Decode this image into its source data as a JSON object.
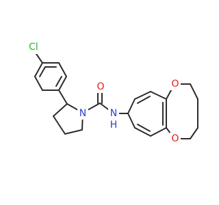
{
  "atoms": {
    "chlorine": "Cl",
    "oxygen_carbonyl": "O",
    "nitrogen_pyrrolidine": "N",
    "nitrogen_amide": "N",
    "hydrogen_amide": "H",
    "oxygen_dioxane_top": "O",
    "oxygen_dioxane_bottom": "O"
  },
  "colors": {
    "bond": "#2b2b2b",
    "chlorine": "#2fb52f",
    "oxygen": "#e31a1c",
    "nitrogen": "#2b3fd1",
    "background": "#ffffff"
  }
}
